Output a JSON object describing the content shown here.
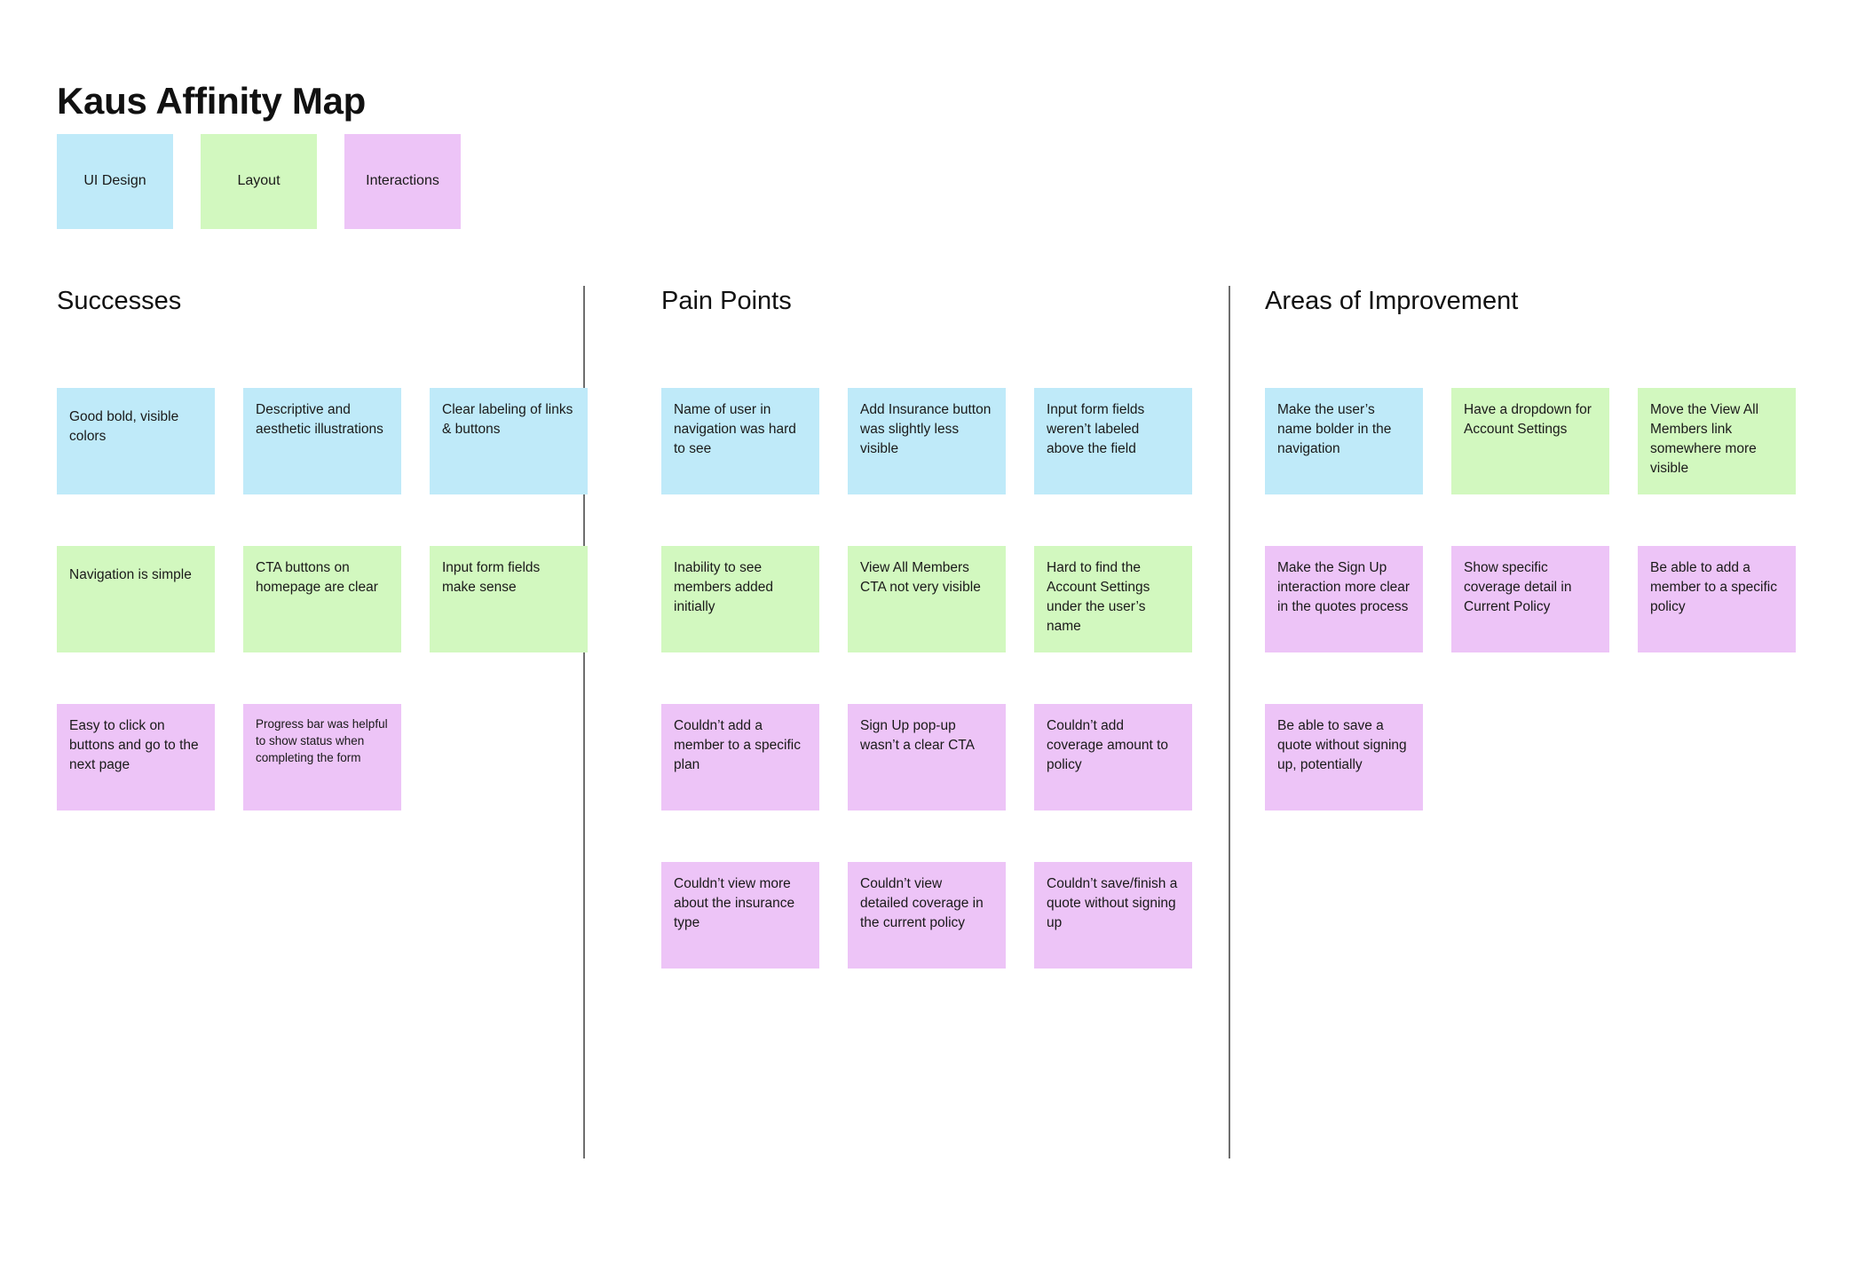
{
  "page": {
    "title": "Kaus Affinity Map",
    "background": "#ffffff"
  },
  "colors": {
    "blue": "#bfeaf9",
    "green": "#d2f8bf",
    "purple": "#edc4f7",
    "divider": "#6e6e6e",
    "text": "#1a1a1a"
  },
  "legend": {
    "items": [
      {
        "label": "UI Design",
        "color": "#bfeaf9"
      },
      {
        "label": "Layout",
        "color": "#d2f8bf"
      },
      {
        "label": "Interactions",
        "color": "#edc4f7"
      }
    ]
  },
  "columns": [
    {
      "title": "Successes",
      "rows": [
        [
          {
            "text": "Good bold, visible colors",
            "color": "#bfeaf9",
            "size": "normal",
            "pad": "mid"
          },
          {
            "text": "Descriptive and aesthetic illustrations",
            "color": "#bfeaf9",
            "size": "normal",
            "pad": "top"
          },
          {
            "text": "Clear labeling of links & buttons",
            "color": "#bfeaf9",
            "size": "normal",
            "pad": "top"
          }
        ],
        [
          {
            "text": "Navigation is simple",
            "color": "#d2f8bf",
            "size": "normal",
            "pad": "mid"
          },
          {
            "text": "CTA buttons on homepage are clear",
            "color": "#d2f8bf",
            "size": "normal",
            "pad": "top"
          },
          {
            "text": "Input form fields make sense",
            "color": "#d2f8bf",
            "size": "normal",
            "pad": "top"
          }
        ],
        [
          {
            "text": "Easy to click on buttons and go to the next page",
            "color": "#edc4f7",
            "size": "normal",
            "pad": "top"
          },
          {
            "text": "Progress bar was helpful to show status when completing the form",
            "color": "#edc4f7",
            "size": "small",
            "pad": "top"
          }
        ]
      ]
    },
    {
      "title": "Pain Points",
      "rows": [
        [
          {
            "text": "Name of user in navigation was hard to see",
            "color": "#bfeaf9",
            "size": "normal",
            "pad": "top"
          },
          {
            "text": "Add Insurance button was slightly less visible",
            "color": "#bfeaf9",
            "size": "normal",
            "pad": "top"
          },
          {
            "text": "Input form fields weren’t labeled above the field",
            "color": "#bfeaf9",
            "size": "normal",
            "pad": "top"
          }
        ],
        [
          {
            "text": "Inability to see members added initially",
            "color": "#d2f8bf",
            "size": "normal",
            "pad": "top"
          },
          {
            "text": "View All Members CTA not very visible",
            "color": "#d2f8bf",
            "size": "normal",
            "pad": "top"
          },
          {
            "text": "Hard to find the Account Settings under the user’s name",
            "color": "#d2f8bf",
            "size": "normal",
            "pad": "top"
          }
        ],
        [
          {
            "text": "Couldn’t add a member to a specific plan",
            "color": "#edc4f7",
            "size": "normal",
            "pad": "top"
          },
          {
            "text": "Sign Up pop-up wasn’t a clear CTA",
            "color": "#edc4f7",
            "size": "normal",
            "pad": "top"
          },
          {
            "text": "Couldn’t add coverage amount to policy",
            "color": "#edc4f7",
            "size": "normal",
            "pad": "top"
          }
        ],
        [
          {
            "text": "Couldn’t view more about the insurance type",
            "color": "#edc4f7",
            "size": "normal",
            "pad": "top"
          },
          {
            "text": "Couldn’t view detailed coverage in the current policy",
            "color": "#edc4f7",
            "size": "normal",
            "pad": "top"
          },
          {
            "text": "Couldn’t save/finish a quote without signing up",
            "color": "#edc4f7",
            "size": "normal",
            "pad": "top"
          }
        ]
      ]
    },
    {
      "title": "Areas of Improvement",
      "rows": [
        [
          {
            "text": "Make the user’s name bolder in the navigation",
            "color": "#bfeaf9",
            "size": "normal",
            "pad": "top"
          },
          {
            "text": "Have a dropdown for Account Settings",
            "color": "#d2f8bf",
            "size": "normal",
            "pad": "top"
          },
          {
            "text": "Move the View All Members link somewhere more visible",
            "color": "#d2f8bf",
            "size": "normal",
            "pad": "top"
          }
        ],
        [
          {
            "text": "Make the Sign Up interaction more clear in the quotes process",
            "color": "#edc4f7",
            "size": "normal",
            "pad": "top"
          },
          {
            "text": "Show specific coverage detail in Current Policy",
            "color": "#edc4f7",
            "size": "normal",
            "pad": "top"
          },
          {
            "text": "Be able to add a member to a specific policy",
            "color": "#edc4f7",
            "size": "normal",
            "pad": "top"
          }
        ],
        [
          {
            "text": "Be able to save a quote without signing up, potentially",
            "color": "#edc4f7",
            "size": "normal",
            "pad": "top"
          }
        ]
      ]
    }
  ]
}
